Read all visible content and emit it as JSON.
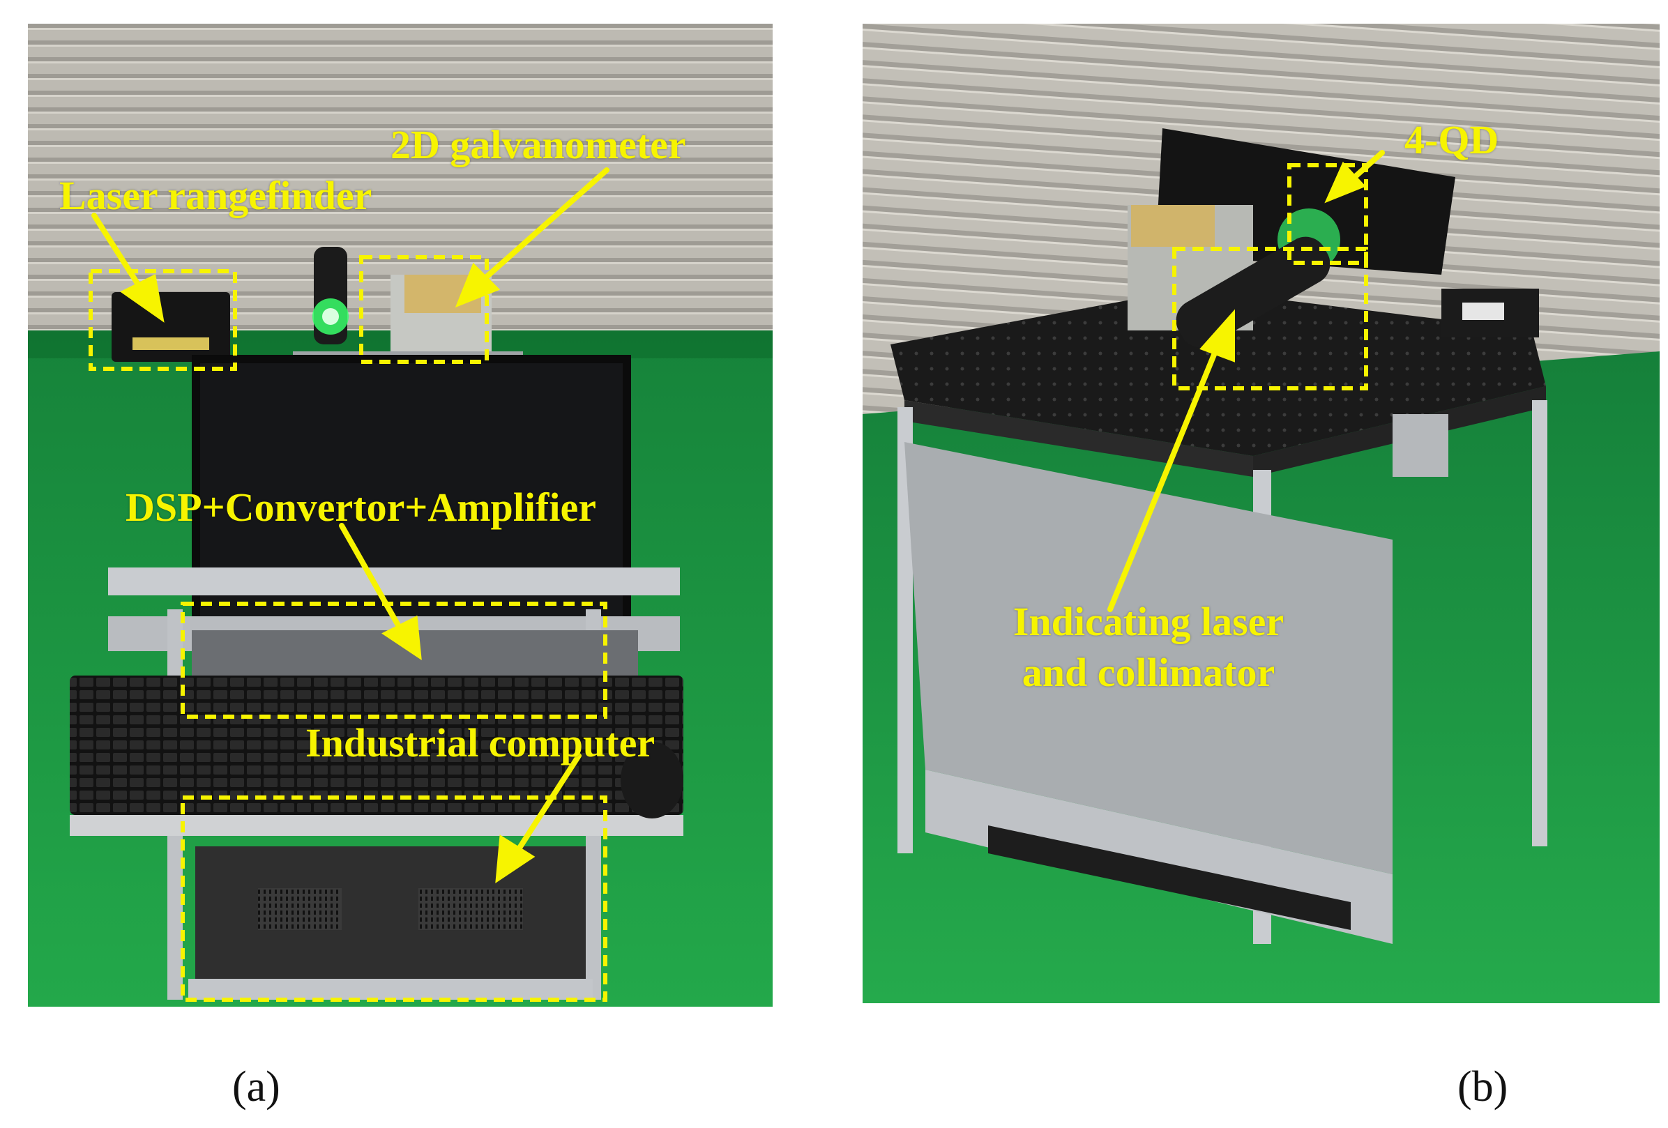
{
  "panels": [
    {
      "caption": "(a)",
      "labels": {
        "laser_rangefinder": "Laser rangefinder",
        "galvanometer": "2D galvanometer",
        "dsp": "DSP+Convertor+Amplifier",
        "industrial_computer": "Industrial computer"
      }
    },
    {
      "caption": "(b)",
      "labels": {
        "qd": "4-QD",
        "indicating_laser": "Indicating laser\nand collimator"
      }
    }
  ],
  "colors": {
    "annotation": "#f7f400",
    "floor": "#1f9a3e",
    "shutter": "#b9b6ae",
    "frame": "#c9ccd0",
    "panel_gray": "#9fa3a6"
  }
}
